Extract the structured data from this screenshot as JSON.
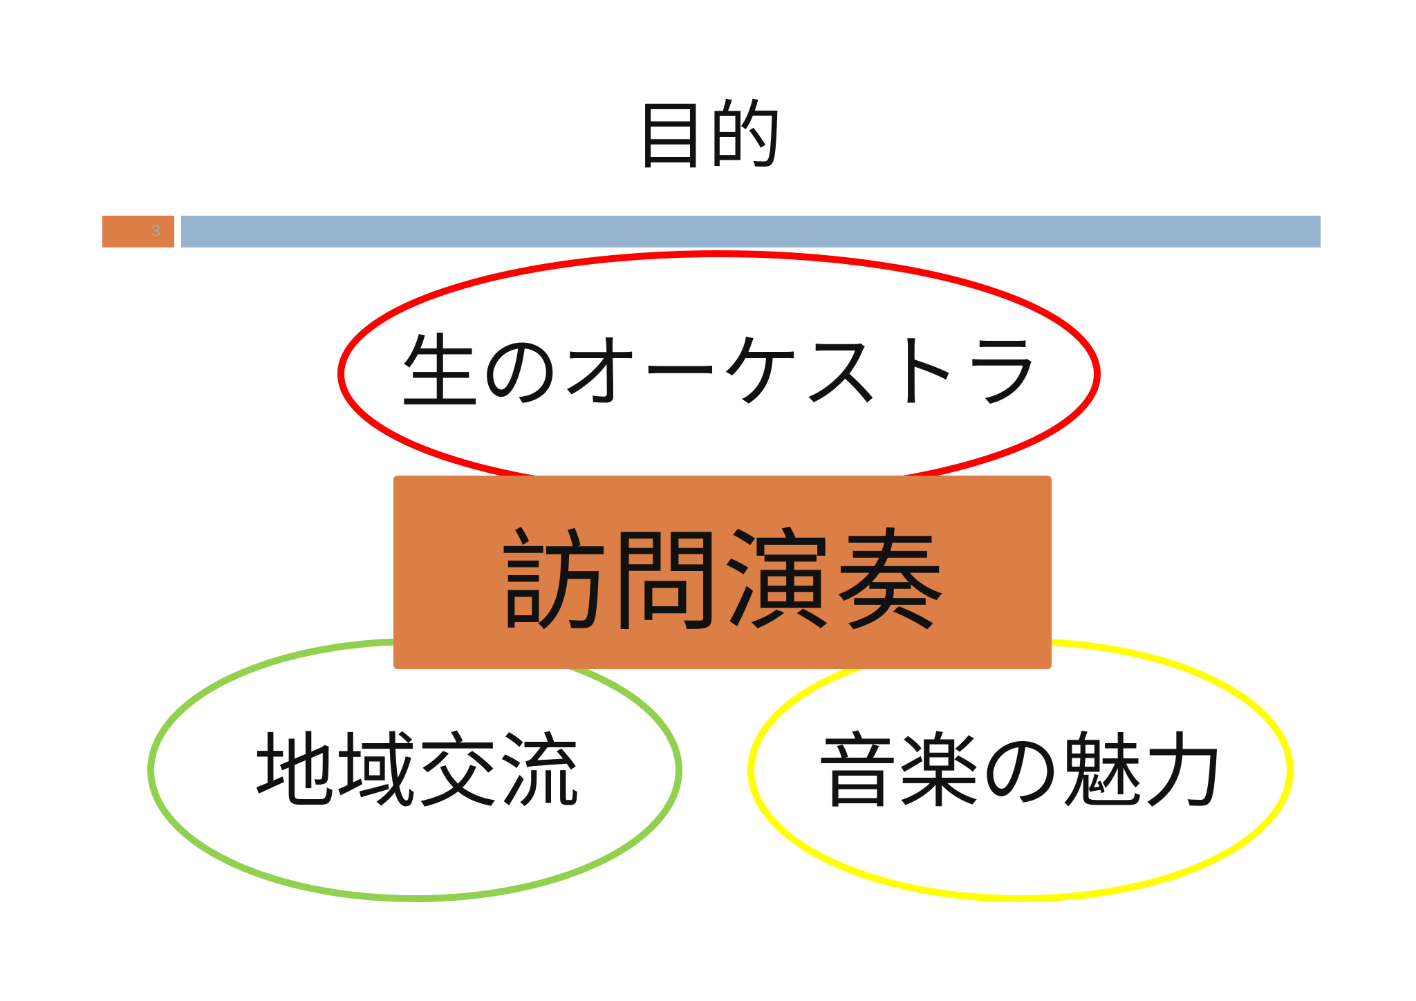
{
  "slide": {
    "title": "目的",
    "page_number": "3"
  },
  "diagram": {
    "center": {
      "label": "訪問演奏",
      "color": "#dc7f46"
    },
    "nodes": [
      {
        "label": "生のオーケストラ",
        "outline_color": "#ff0000"
      },
      {
        "label": "地域交流",
        "outline_color": "#92d050"
      },
      {
        "label": "音楽の魅力",
        "outline_color": "#ffff00"
      }
    ]
  },
  "colors": {
    "page_marker": "#dc7f46",
    "header_bar": "#96b4cf"
  }
}
